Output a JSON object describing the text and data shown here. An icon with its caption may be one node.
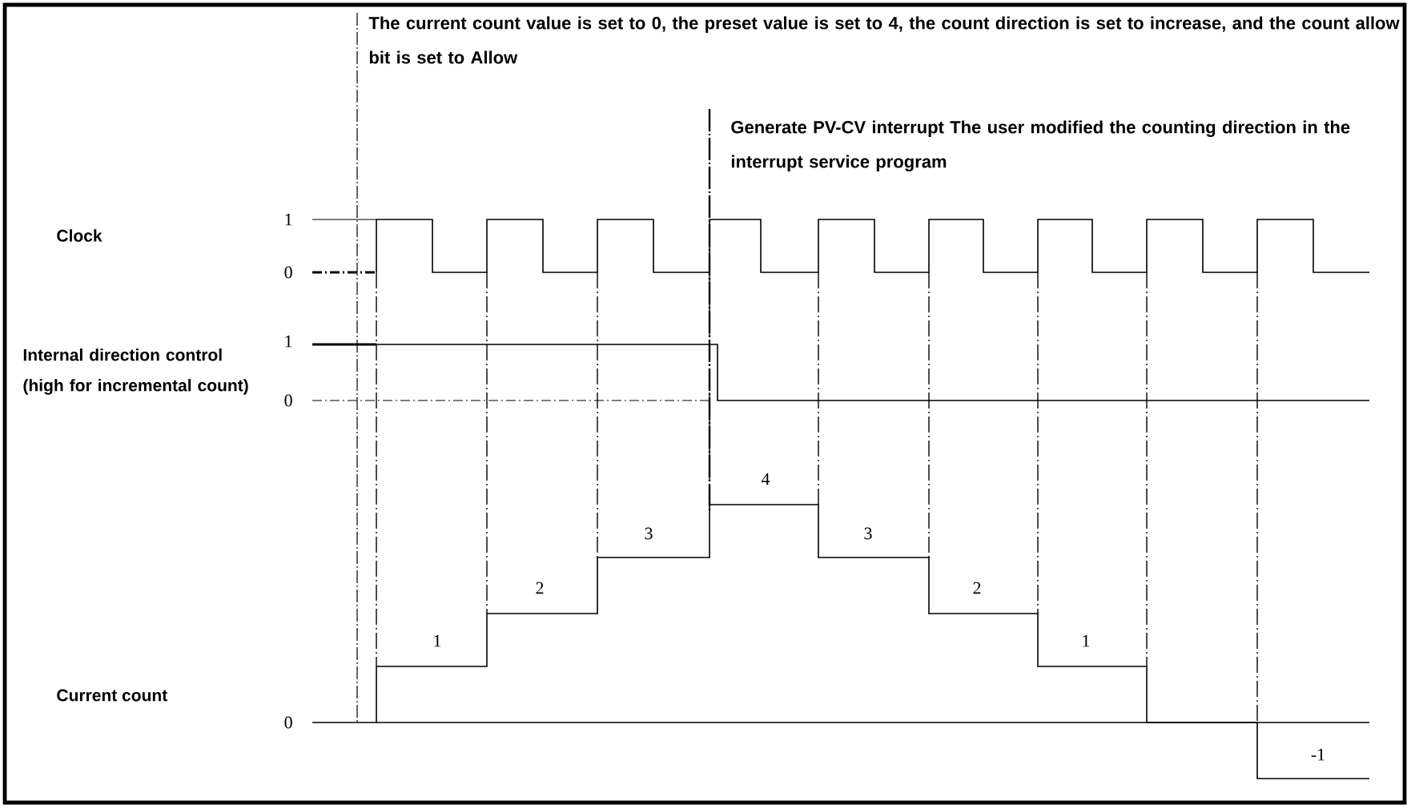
{
  "diagram": {
    "labels": [
      "The current count value is set to 0, the preset value is set to 4, the count direction is set to increase, and the count allow bit is set to Allow",
      "Generate PV-CV interrupt The user modified the counting direction in the interrupt service program",
      "1",
      "Clock",
      "0",
      "1",
      "Internal direction control (high for incremental count)",
      "0",
      "4",
      "3",
      "3",
      "2",
      "2",
      "1",
      "1",
      "Current count",
      "0",
      "-1"
    ]
  }
}
